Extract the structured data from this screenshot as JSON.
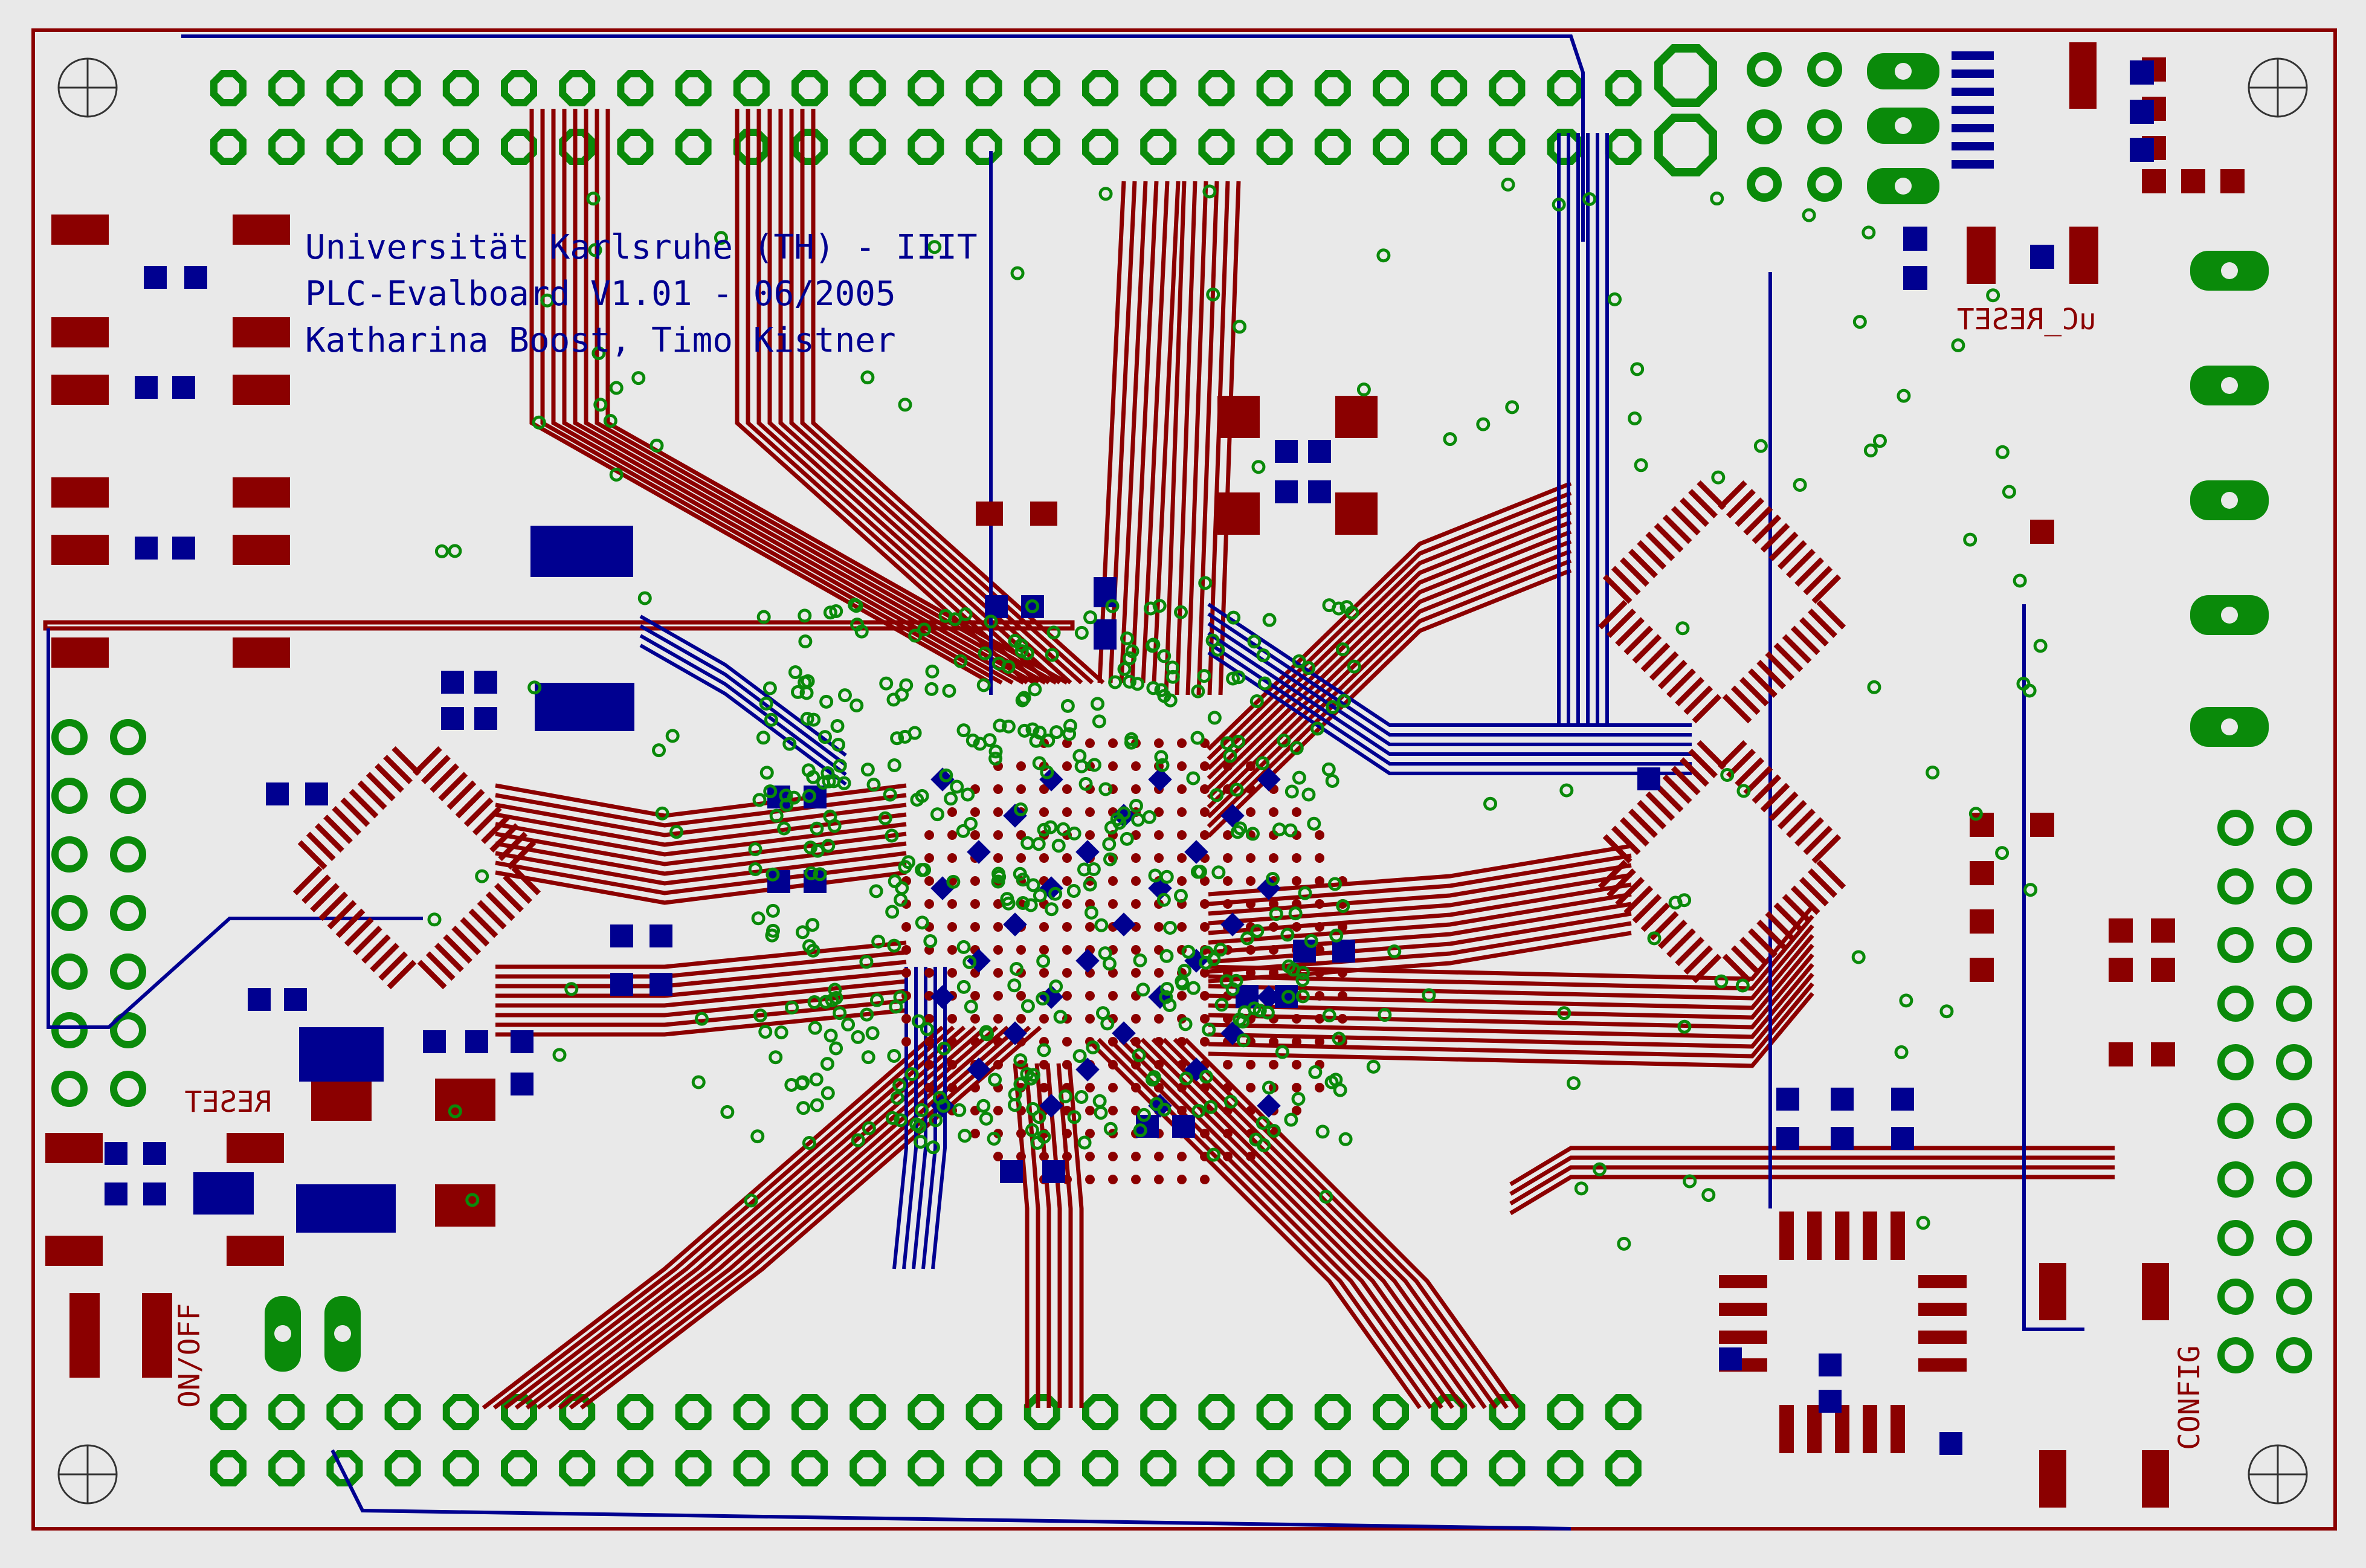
{
  "board": {
    "title_lines": [
      "Universität Karlsruhe (TH) - IIIT",
      "PLC-Evalboard V1.01 - 06/2005",
      "Katharina Boost, Timo Kistner"
    ],
    "labels": {
      "reset": "RESET",
      "onoff": "ON/OFF",
      "uc_reset": "uC_RESET",
      "config": "CONFIG"
    }
  },
  "colors": {
    "background": "#e9e9e9",
    "top_copper": "#8b0000",
    "bottom_copper": "#000090",
    "pads": "#0a8a0a",
    "outline": "#8b0000"
  }
}
